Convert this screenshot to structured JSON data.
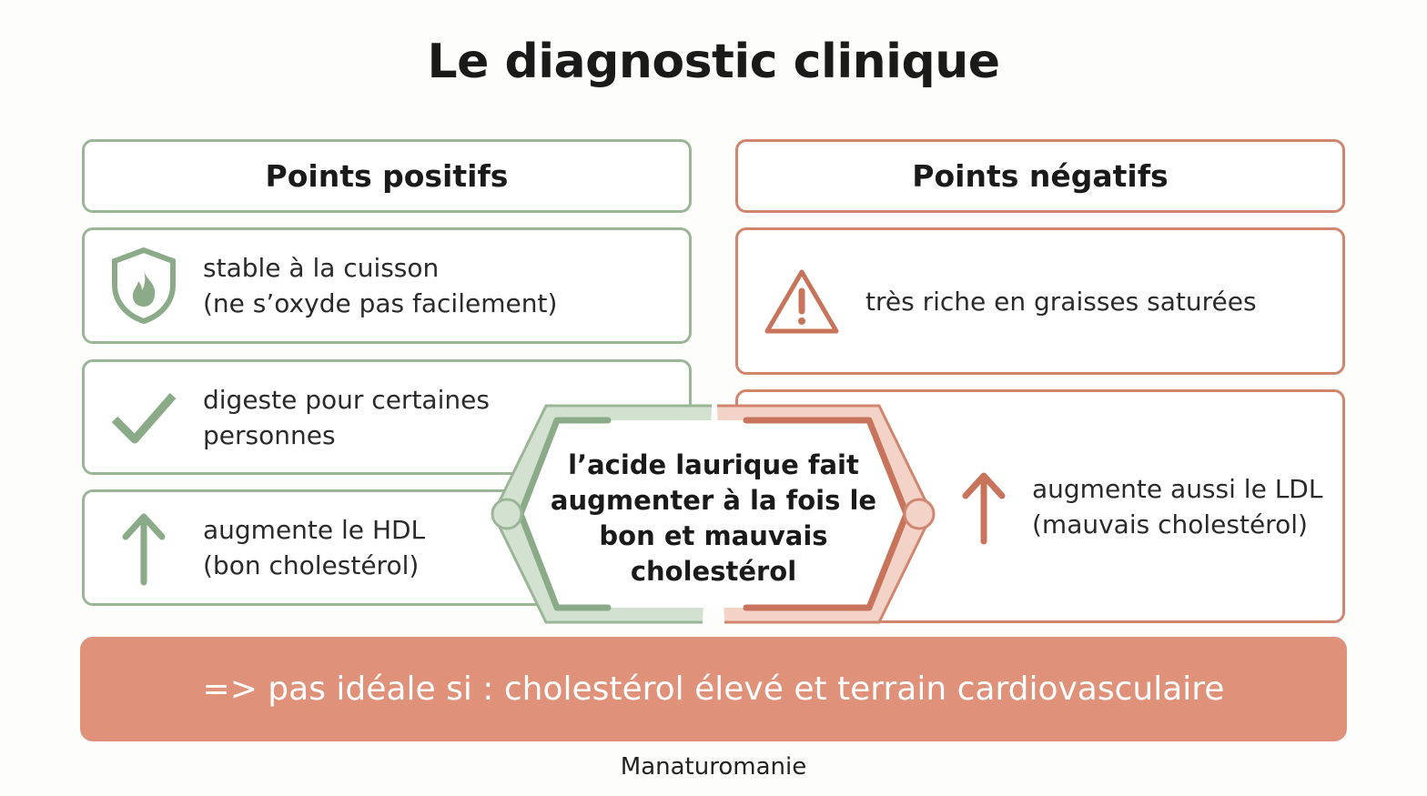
{
  "title": "Le diagnostic clinique",
  "positive": {
    "header": "Points positifs",
    "items": [
      {
        "icon": "shield-flame-icon",
        "line1": "stable à la cuisson",
        "line2": "(ne s’oxyde pas facilement)"
      },
      {
        "icon": "checkmark-icon",
        "line1": "digeste pour certaines",
        "line2": "personnes"
      },
      {
        "icon": "arrow-up-icon",
        "line1": "augmente le HDL",
        "line2": "(bon cholestérol)"
      }
    ]
  },
  "negative": {
    "header": "Points négatifs",
    "items": [
      {
        "icon": "warning-icon",
        "line1": "très riche en graisses saturées"
      },
      {
        "icon": "arrow-up-icon",
        "line1": "augmente aussi le LDL",
        "line2": "(mauvais cholestérol)"
      }
    ]
  },
  "center": {
    "line1": "l’acide laurique fait",
    "line2": "augmenter à la fois le",
    "line3": "bon et mauvais",
    "line4": "cholestérol"
  },
  "conclusion": "=> pas idéale si : cholestérol élevé et terrain cardiovasculaire",
  "footer": "Manaturomanie",
  "colors": {
    "green": "#8aaa88",
    "red": "#c8735b",
    "banner": "#e0917a"
  }
}
